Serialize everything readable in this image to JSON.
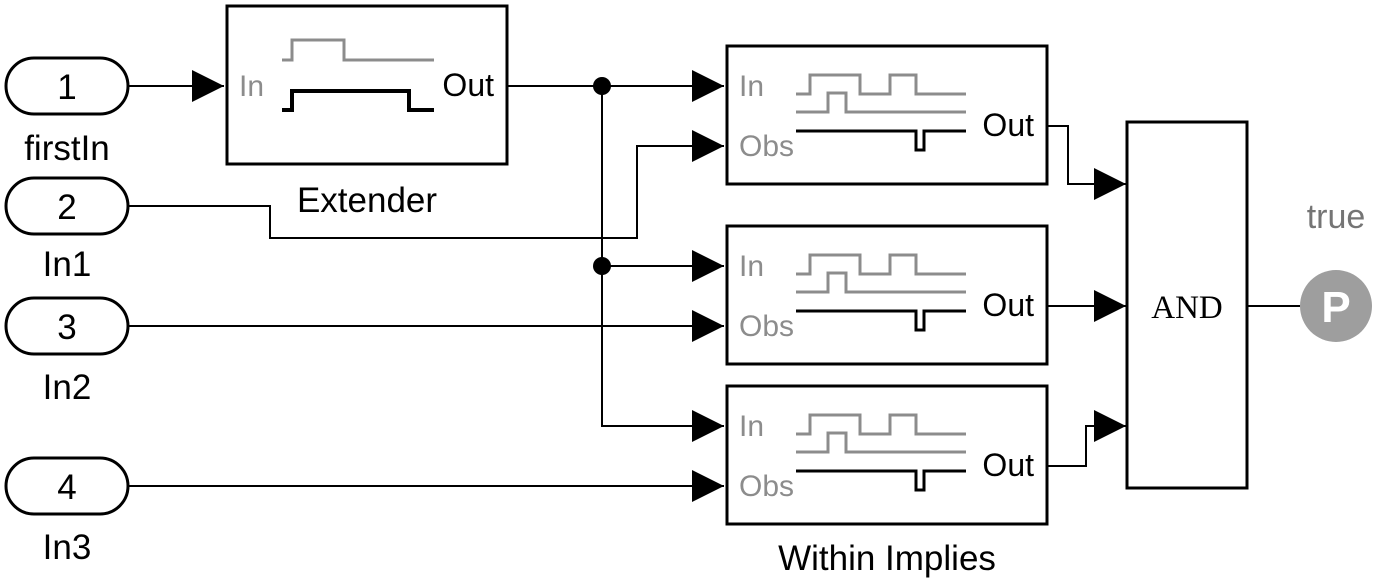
{
  "inports": [
    {
      "number": "1",
      "name": "firstIn"
    },
    {
      "number": "2",
      "name": "In1"
    },
    {
      "number": "3",
      "name": "In2"
    },
    {
      "number": "4",
      "name": "In3"
    }
  ],
  "extender": {
    "name": "Extender",
    "in_label": "In",
    "out_label": "Out"
  },
  "within_implies": {
    "name": "Within Implies",
    "blocks": [
      {
        "in_label": "In",
        "obs_label": "Obs",
        "out_label": "Out"
      },
      {
        "in_label": "In",
        "obs_label": "Obs",
        "out_label": "Out"
      },
      {
        "in_label": "In",
        "obs_label": "Obs",
        "out_label": "Out"
      }
    ]
  },
  "and_block": {
    "label": "AND"
  },
  "output": {
    "name": "true",
    "symbol": "P",
    "color": "#9e9e9e"
  }
}
